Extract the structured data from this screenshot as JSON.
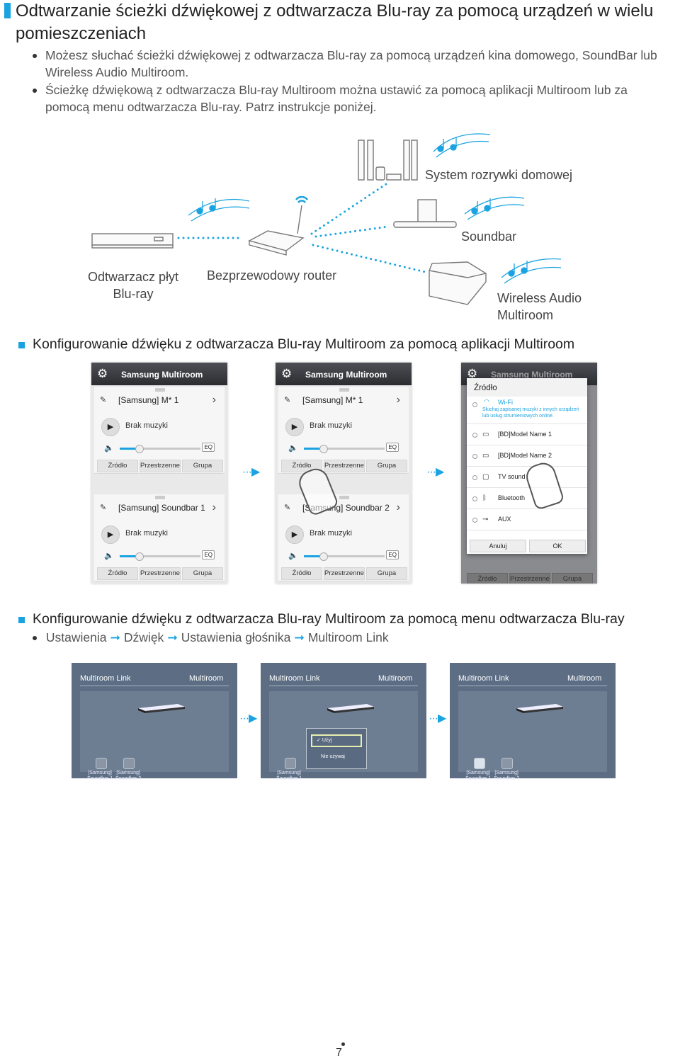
{
  "heading": "Odtwarzanie ścieżki dźwiękowej z odtwarzacza Blu-ray za pomocą urządzeń w wielu pomieszczeniach",
  "bullets": [
    "Możesz słuchać ścieżki dźwiękowej z odtwarzacza Blu-ray za pomocą urządzeń kina domowego, SoundBar lub Wireless Audio Multiroom.",
    "Ścieżkę dźwiękową z odtwarzacza Blu-ray Multiroom można ustawić za pomocą aplikacji Multiroom lub za pomocą menu odtwarzacza Blu-ray. Patrz instrukcje poniżej."
  ],
  "diagram": {
    "home_theater": "System rozrywki domowej",
    "soundbar": "Soundbar",
    "bd_player_line1": "Odtwarzacz płyt",
    "bd_player_line2": "Blu-ray",
    "router": "Bezprzewodowy router",
    "wam_line1": "Wireless Audio",
    "wam_line2": "Multiroom"
  },
  "section1": "Konfigurowanie dźwięku z odtwarzacza Blu-ray Multiroom za pomocą aplikacji Multiroom",
  "app": {
    "title": "Samsung Multiroom",
    "device1": "[Samsung] M* 1",
    "soundbar1": "[Samsung] Soundbar 1",
    "soundbar2": "[Samsung] Soundbar 2",
    "no_music": "Brak muzyki",
    "btn_source": "Źródło",
    "btn_surround": "Przestrzenne",
    "btn_group": "Grupa",
    "eq": "EQ",
    "dialog_title": "Źródło",
    "wifi": "Wi-Fi",
    "wifi_desc": "Słuchaj zapisanej muzyki z innych urządzeń lub usług strumieniowych online.",
    "opt1": "[BD]Model Name 1",
    "opt2": "[BD]Model Name 2",
    "opt3": "TV sound",
    "opt4": "Bluetooth",
    "opt5": "AUX",
    "cancel": "Anuluj",
    "ok": "OK"
  },
  "section2": "Konfigurowanie dźwięku z odtwarzacza Blu-ray Multiroom za pomocą menu odtwarzacza Blu-ray",
  "path": {
    "p1": "Ustawienia",
    "p2": "Dźwięk",
    "p3": "Ustawienia głośnika",
    "p4": "Multiroom Link",
    "arrow": "➞"
  },
  "tv": {
    "title_left": "Multiroom Link",
    "title_right": "Multiroom",
    "sb1_l1": "[Samsung]",
    "sb1_l2": "Soundbar 1",
    "sb2_l1": "[Samsung]",
    "sb2_l2": "Soundbar 2",
    "use": "Użyj",
    "dont_use": "Nie używaj"
  },
  "page_number": "7",
  "colors": {
    "accent": "#1aa3e0",
    "tv_bg": "#5d6e84"
  }
}
